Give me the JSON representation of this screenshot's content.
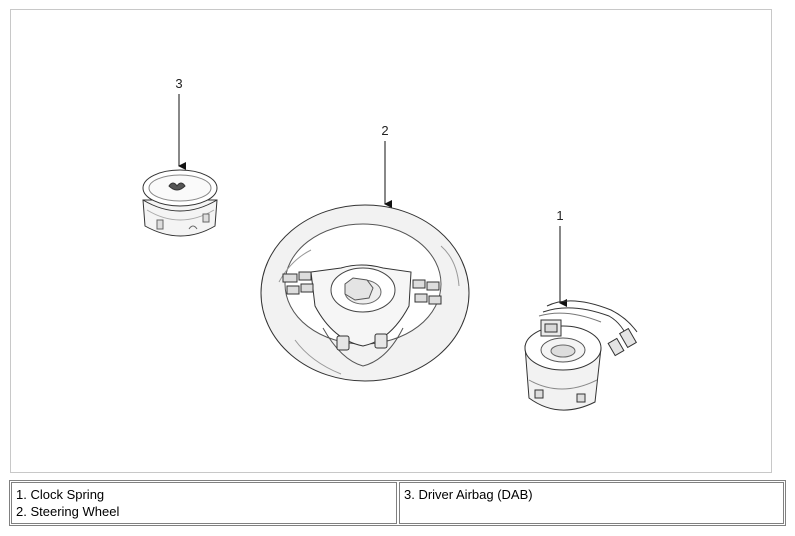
{
  "callouts": {
    "clock_spring": "1",
    "steering_wheel": "2",
    "driver_airbag": "3"
  },
  "legend": {
    "left": [
      "1. Clock Spring",
      "2. Steering Wheel"
    ],
    "right": [
      "3. Driver Airbag (DAB)"
    ]
  }
}
